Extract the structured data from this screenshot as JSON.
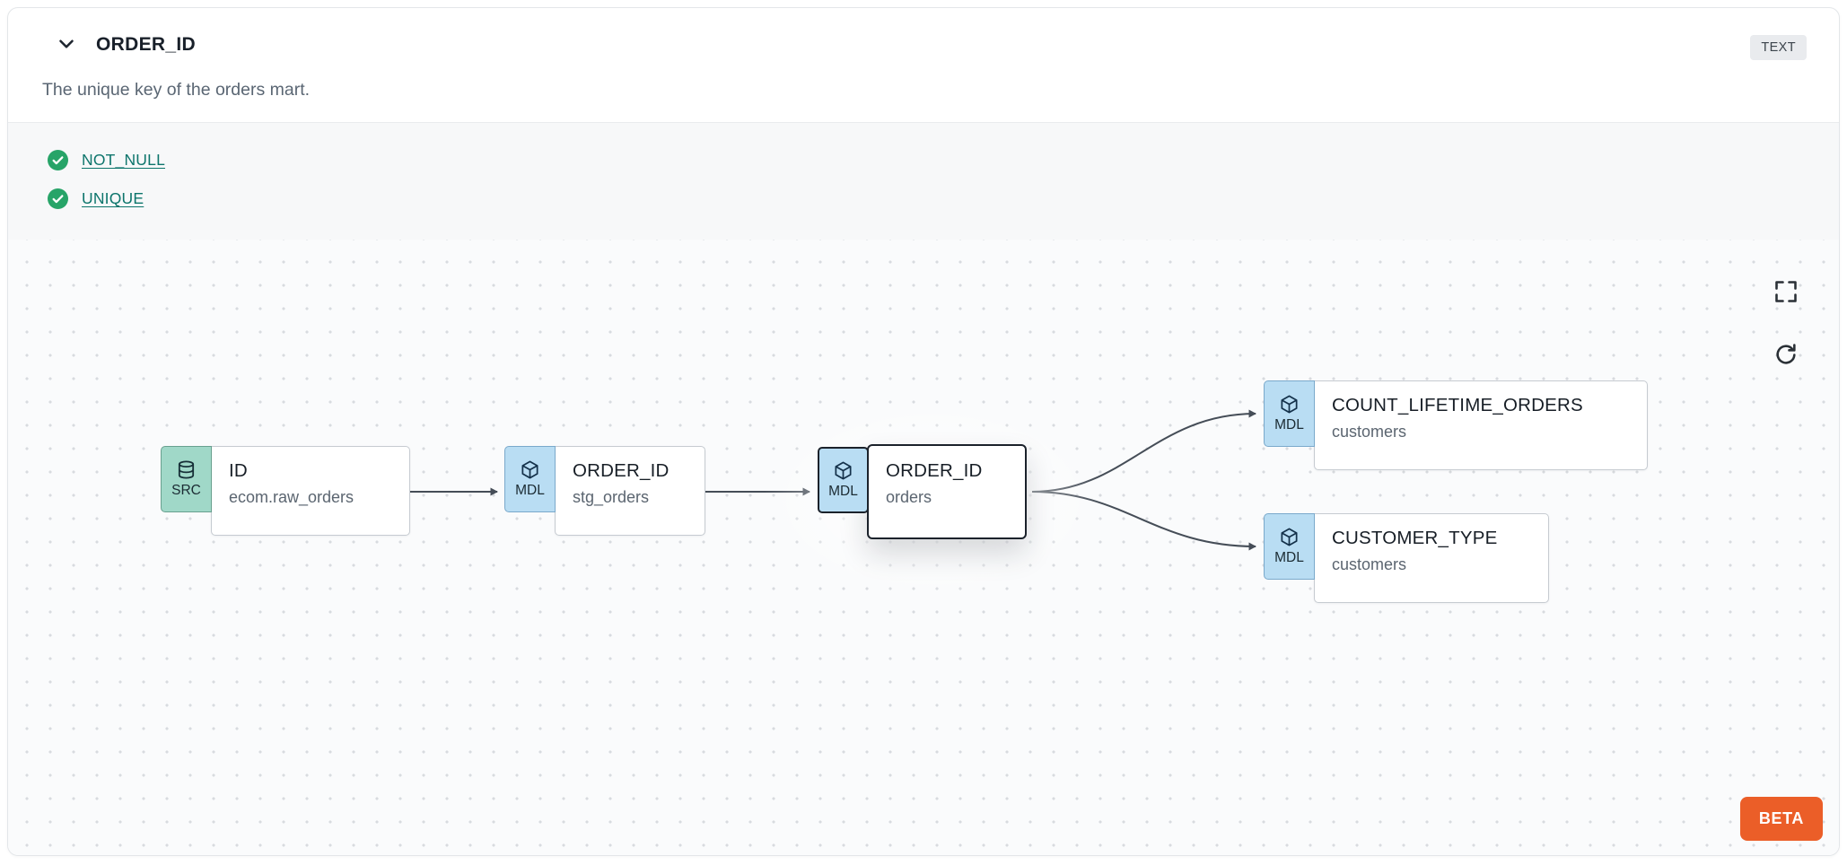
{
  "header": {
    "title": "ORDER_ID",
    "type_badge": "TEXT",
    "description": "The unique key of the orders mart."
  },
  "tests": [
    {
      "name": "NOT_NULL",
      "status": "pass"
    },
    {
      "name": "UNIQUE",
      "status": "pass"
    }
  ],
  "lineage": {
    "beta_label": "BETA",
    "nodes": [
      {
        "badge": "SRC",
        "title": "ID",
        "subtitle": "ecom.raw_orders",
        "type": "source",
        "selected": false
      },
      {
        "badge": "MDL",
        "title": "ORDER_ID",
        "subtitle": "stg_orders",
        "type": "model",
        "selected": false
      },
      {
        "badge": "MDL",
        "title": "ORDER_ID",
        "subtitle": "orders",
        "type": "model",
        "selected": true
      },
      {
        "badge": "MDL",
        "title": "COUNT_LIFETIME_ORDERS",
        "subtitle": "customers",
        "type": "model",
        "selected": false
      },
      {
        "badge": "MDL",
        "title": "CUSTOMER_TYPE",
        "subtitle": "customers",
        "type": "model",
        "selected": false
      }
    ],
    "edges": [
      {
        "from": "ID (ecom.raw_orders)",
        "to": "ORDER_ID (stg_orders)"
      },
      {
        "from": "ORDER_ID (stg_orders)",
        "to": "ORDER_ID (orders)"
      },
      {
        "from": "ORDER_ID (orders)",
        "to": "COUNT_LIFETIME_ORDERS (customers)"
      },
      {
        "from": "ORDER_ID (orders)",
        "to": "CUSTOMER_TYPE (customers)"
      }
    ]
  },
  "colors": {
    "beta_accent": "#eb5e28",
    "test_pass_green": "#27a468",
    "test_link_teal": "#0d756c",
    "source_badge": "#a0d8c8",
    "model_badge": "#b9ddf3"
  }
}
